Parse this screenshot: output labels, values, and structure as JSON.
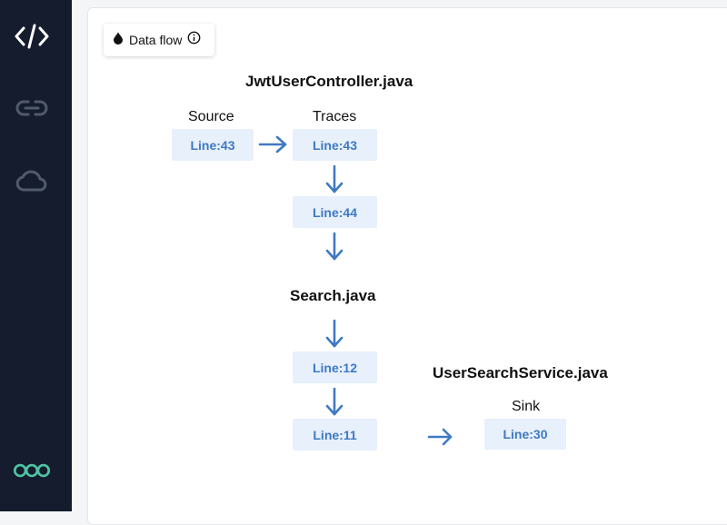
{
  "sidebar": {
    "items": [
      {
        "icon": "code-icon",
        "active": true
      },
      {
        "icon": "link-icon",
        "active": false
      },
      {
        "icon": "cloud-icon",
        "active": false
      }
    ],
    "bottom_icon": "logo-rings-icon"
  },
  "dataflow_chip": {
    "label": "Data flow",
    "icon": "drop-icon",
    "info_icon": "info-icon"
  },
  "files": [
    {
      "name": "JwtUserController.java"
    },
    {
      "name": "Search.java"
    },
    {
      "name": "UserSearchService.java"
    }
  ],
  "labels": {
    "source": "Source",
    "traces": "Traces",
    "sink": "Sink"
  },
  "nodes": {
    "source_43": "Line:43",
    "trace_43": "Line:43",
    "trace_44": "Line:44",
    "trace_12": "Line:12",
    "trace_11": "Line:11",
    "sink_30": "Line:30"
  },
  "colors": {
    "sidebar_bg": "#141c2e",
    "node_bg": "#e7f0fb",
    "node_text": "#3f79c3",
    "arrow": "#3f79c3",
    "logo": "#4fc3a1"
  }
}
